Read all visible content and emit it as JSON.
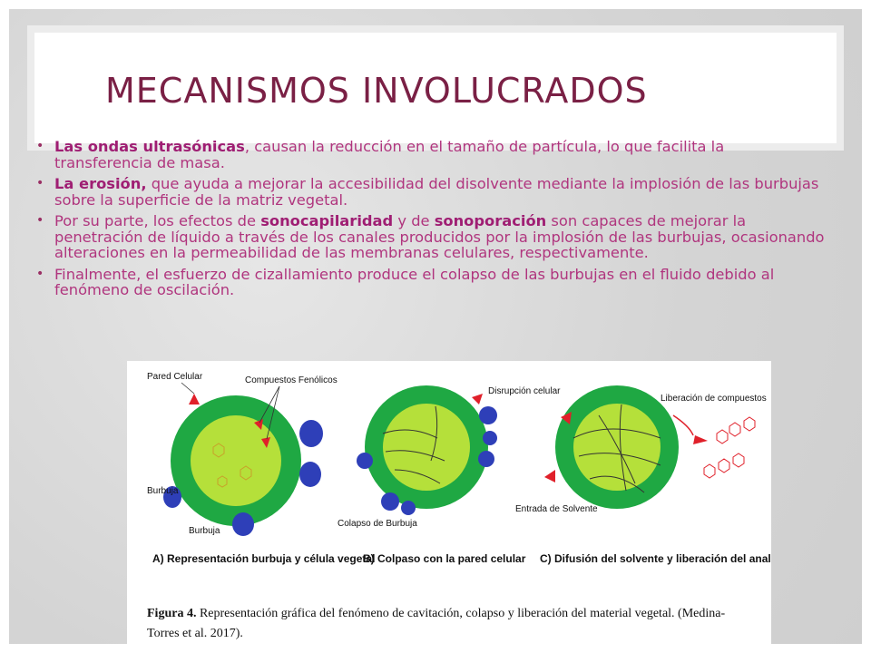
{
  "slide": {
    "title": "MECANISMOS INVOLUCRADOS",
    "bullets": [
      {
        "bold": "Las ondas ultrasónicas",
        "text": ", causan la reducción en el tamaño de partícula, lo que facilita la transferencia de masa."
      },
      {
        "bold": "La erosión,",
        "text": " que ayuda a mejorar la accesibilidad del disolvente mediante la implosión de las burbujas sobre la superficie de la matriz vegetal."
      },
      {
        "pre": "Por su parte, los efectos de ",
        "bold1": "sonocapilaridad",
        "mid": " y de ",
        "bold2": "sonoporación",
        "text": " son capaces de mejorar la penetración de líquido a través de los canales producidos por la implosión de las burbujas, ocasionando alteraciones en la permeabilidad de las membranas celulares, respectivamente."
      },
      {
        "text": "Finalmente, el esfuerzo de cizallamiento produce el colapso de las burbujas en el fluido debido al fenómeno de oscilación."
      }
    ]
  },
  "figure": {
    "labels": {
      "pared_celular": "Pared Celular",
      "compuestos_fenolicos": "Compuestos Fenólicos",
      "burbuja_1": "Burbuja",
      "burbuja_2": "Burbuja",
      "disrupcion_celular": "Disrupción celular",
      "colapso_burbuja": "Colapso de Burbuja",
      "liberacion_compuestos": "Liberación de compuestos",
      "entrada_solvente": "Entrada de Solvente"
    },
    "panel_captions": {
      "a": "A) Representación burbuja y célula vegetal",
      "b": "B) Colpaso con la pared celular",
      "c": "C) Difusión del solvente y liberación del analito"
    },
    "caption_bold": "Figura 4.",
    "caption_text": " Representación gráfica del fenómeno de cavitación, colapso y liberación del material vegetal. (Medina-Torres et al. 2017).",
    "colors": {
      "cell_wall": "#1fa843",
      "cytoplasm": "#b5e03a",
      "bubble": "#2e3fb8",
      "arrow": "#e0202a",
      "title": "#7a2045",
      "text": "#b0357e"
    }
  }
}
